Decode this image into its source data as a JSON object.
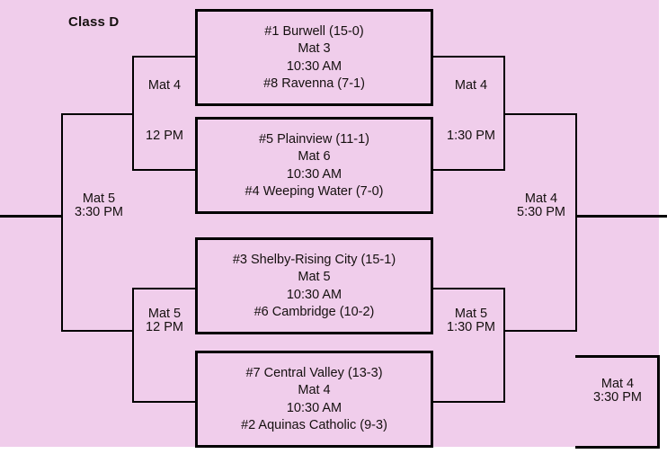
{
  "colors": {
    "background": "#f0cdeb",
    "line": "#000000",
    "text": "#15100f",
    "page": "#ffffff"
  },
  "title": "Class D",
  "matches": [
    {
      "id": "m1",
      "top_team": "#1 Burwell (15-0)",
      "mat": "Mat 3",
      "time": "10:30 AM",
      "bottom_team": "#8 Ravenna (7-1)"
    },
    {
      "id": "m2",
      "top_team": "#5 Plainview (11-1)",
      "mat": "Mat 6",
      "time": "10:30 AM",
      "bottom_team": "#4 Weeping Water (7-0)"
    },
    {
      "id": "m3",
      "top_team": "#3 Shelby-Rising City (15-1)",
      "mat": "Mat 5",
      "time": "10:30 AM",
      "bottom_team": "#6 Cambridge (10-2)"
    },
    {
      "id": "m4",
      "top_team": "#7 Central Valley (13-3)",
      "mat": "Mat 4",
      "time": "10:30 AM",
      "bottom_team": "#2 Aquinas Catholic (9-3)"
    }
  ],
  "connectors": {
    "upper_left": {
      "mat": "Mat 4",
      "time": "12 PM"
    },
    "lower_left": {
      "mat": "Mat 5",
      "time": "12 PM"
    },
    "upper_right": {
      "mat": "Mat 4",
      "time": "1:30 PM"
    },
    "lower_right": {
      "mat": "Mat 5",
      "time": "1:30 PM"
    },
    "semifinal_left": {
      "mat": "Mat 5",
      "time": "3:30 PM"
    },
    "semifinal_right": {
      "mat": "Mat 4",
      "time": "5:30 PM"
    },
    "final": {
      "mat": "Mat 4",
      "time": "3:30 PM"
    }
  }
}
